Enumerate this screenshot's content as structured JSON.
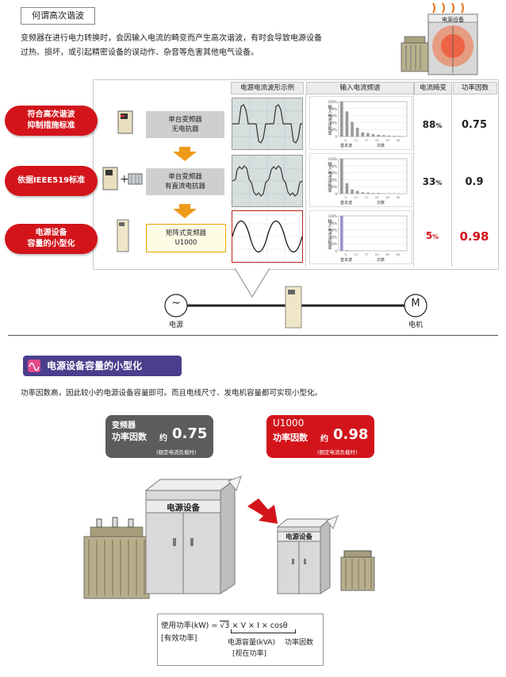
{
  "header": {
    "title": "何谓高次谐波",
    "intro_line1": "变频器在进行电力转换时，会因输入电流的畸变而产生高次谐波，有时会导致电源设备",
    "intro_line2": "过热、损坏，或引起精密设备的误动作、杂音等危害其他电气设备。",
    "equipment_label": "电源设备"
  },
  "comparison": {
    "column_headers": [
      "电源电流波形示例",
      "输入电流频谱",
      "电流畸变",
      "功率因数"
    ],
    "rows": [
      {
        "pill_line1": "符合高次谐波",
        "pill_line2": "抑制措施标准",
        "config_line1": "单台变频器",
        "config_line2": "无电抗器",
        "distortion_value": "88",
        "distortion_unit": "%",
        "power_factor": "0.75",
        "spectrum": [
          100,
          72,
          42,
          25,
          12,
          10,
          7,
          5,
          4,
          3,
          2,
          2
        ]
      },
      {
        "pill_line1": "依据IEEE519标准",
        "pill_line2": "",
        "config_line1": "单台变频器",
        "config_line2": "有直流电抗器",
        "distortion_value": "33",
        "distortion_unit": "%",
        "power_factor": "0.9",
        "spectrum": [
          100,
          30,
          12,
          8,
          4,
          3,
          2,
          2,
          1,
          1,
          1,
          1
        ]
      },
      {
        "pill_line1": "电源设备",
        "pill_line2": "容量的小型化",
        "config_line1": "矩阵式变频器",
        "config_line2": "U1000",
        "distortion_value": "5",
        "distortion_unit": "%",
        "power_factor": "0.98",
        "spectrum": [
          100,
          2,
          1,
          1,
          1,
          0,
          0,
          0,
          0,
          0,
          0,
          0
        ]
      }
    ],
    "spectrum_ylabel": "输入电流含有率",
    "spectrum_xlabel_base": "基本波",
    "spectrum_xlabel_order": "次数",
    "spectrum_yticks": [
      "100%",
      "80%",
      "60%",
      "40%",
      "20%",
      "0"
    ],
    "spectrum_xticks": [
      "5",
      "7",
      "11",
      "13",
      "17",
      "19",
      "23",
      "25",
      "29",
      "31",
      "35",
      "37"
    ]
  },
  "circuit": {
    "source_symbol": "~",
    "source_label": "电源",
    "motor_symbol": "M",
    "motor_label": "电机"
  },
  "section": {
    "title": "电源设备容量的小型化",
    "description": "功率因数高，因此较小的电源设备容量即可。而且电线尺寸、发电机容量都可实现小型化。"
  },
  "cards": {
    "inverter": {
      "name": "变频器",
      "label": "功率因数",
      "approx": "约",
      "value": "0.75",
      "note": "(额定电流负载时)",
      "color": "#5c5c5c"
    },
    "u1000": {
      "name": "U1000",
      "label": "功率因数",
      "approx": "约",
      "value": "0.98",
      "note": "(额定电流负载时)",
      "color": "#d3141b"
    }
  },
  "equipment": {
    "large_label": "电源设备",
    "small_label": "电源设备"
  },
  "formula": {
    "lhs": "使用功率(kW)",
    "eq": "=",
    "sqrt_term": "3",
    "rest": "× V × I ×",
    "cos": "cosθ",
    "lhs_note": "[有效功率]",
    "mid_label": "电源容量(kVA)",
    "mid_note": "[视在功率]",
    "right_label": "功率因数"
  },
  "colors": {
    "accent_red": "#d3141b",
    "section_purple": "#4a3f8c",
    "arrow_orange": "#f09a1a"
  }
}
